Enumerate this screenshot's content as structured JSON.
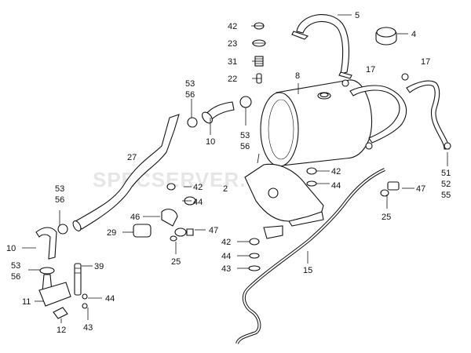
{
  "watermark": "SPECSERVER.COM",
  "labels": {
    "l42a": "42",
    "l23": "23",
    "l31": "31",
    "l22": "22",
    "l5": "5",
    "l4": "4",
    "l8": "8",
    "l17a": "17",
    "l17b": "17",
    "l53a": "53",
    "l56a": "56",
    "l10a": "10",
    "l53b": "53",
    "l56b": "56",
    "l27": "27",
    "l42b": "42",
    "l2": "2",
    "l42c": "42",
    "l44a": "44",
    "l47a": "47",
    "l51": "51",
    "l52": "52",
    "l55": "55",
    "l25a": "25",
    "l53c": "53",
    "l56c": "56",
    "l44b": "44",
    "l46": "46",
    "l29": "29",
    "l47b": "47",
    "l10b": "10",
    "l25b": "25",
    "l42d": "42",
    "l44c": "44",
    "l43a": "43",
    "l15": "15",
    "l53d": "53",
    "l56d": "56",
    "l39": "39",
    "l11": "11",
    "l44d": "44",
    "l12": "12",
    "l43b": "43"
  }
}
